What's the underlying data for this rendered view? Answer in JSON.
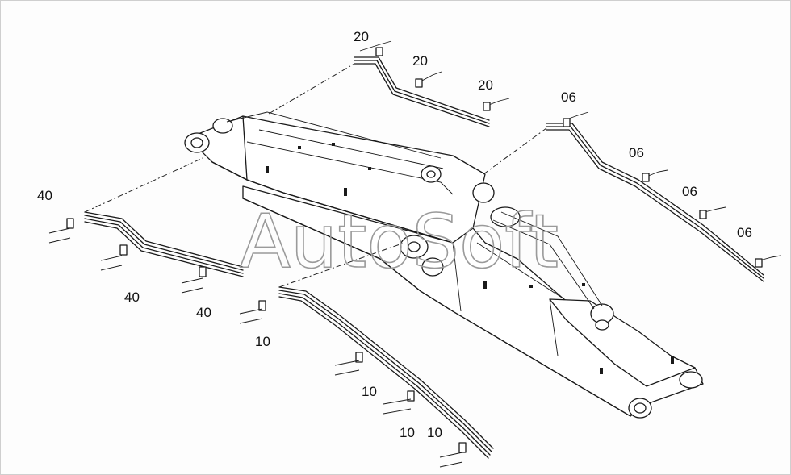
{
  "watermark": "AutoSoft",
  "callouts": {
    "c20_a": "20",
    "c20_b": "20",
    "c20_c": "20",
    "c06_a": "06",
    "c06_b": "06",
    "c06_c": "06",
    "c06_d": "06",
    "c40_a": "40",
    "c40_b": "40",
    "c40_c": "40",
    "c10_a": "10",
    "c10_b": "10",
    "c10_c": "10",
    "c10_d": "10"
  }
}
